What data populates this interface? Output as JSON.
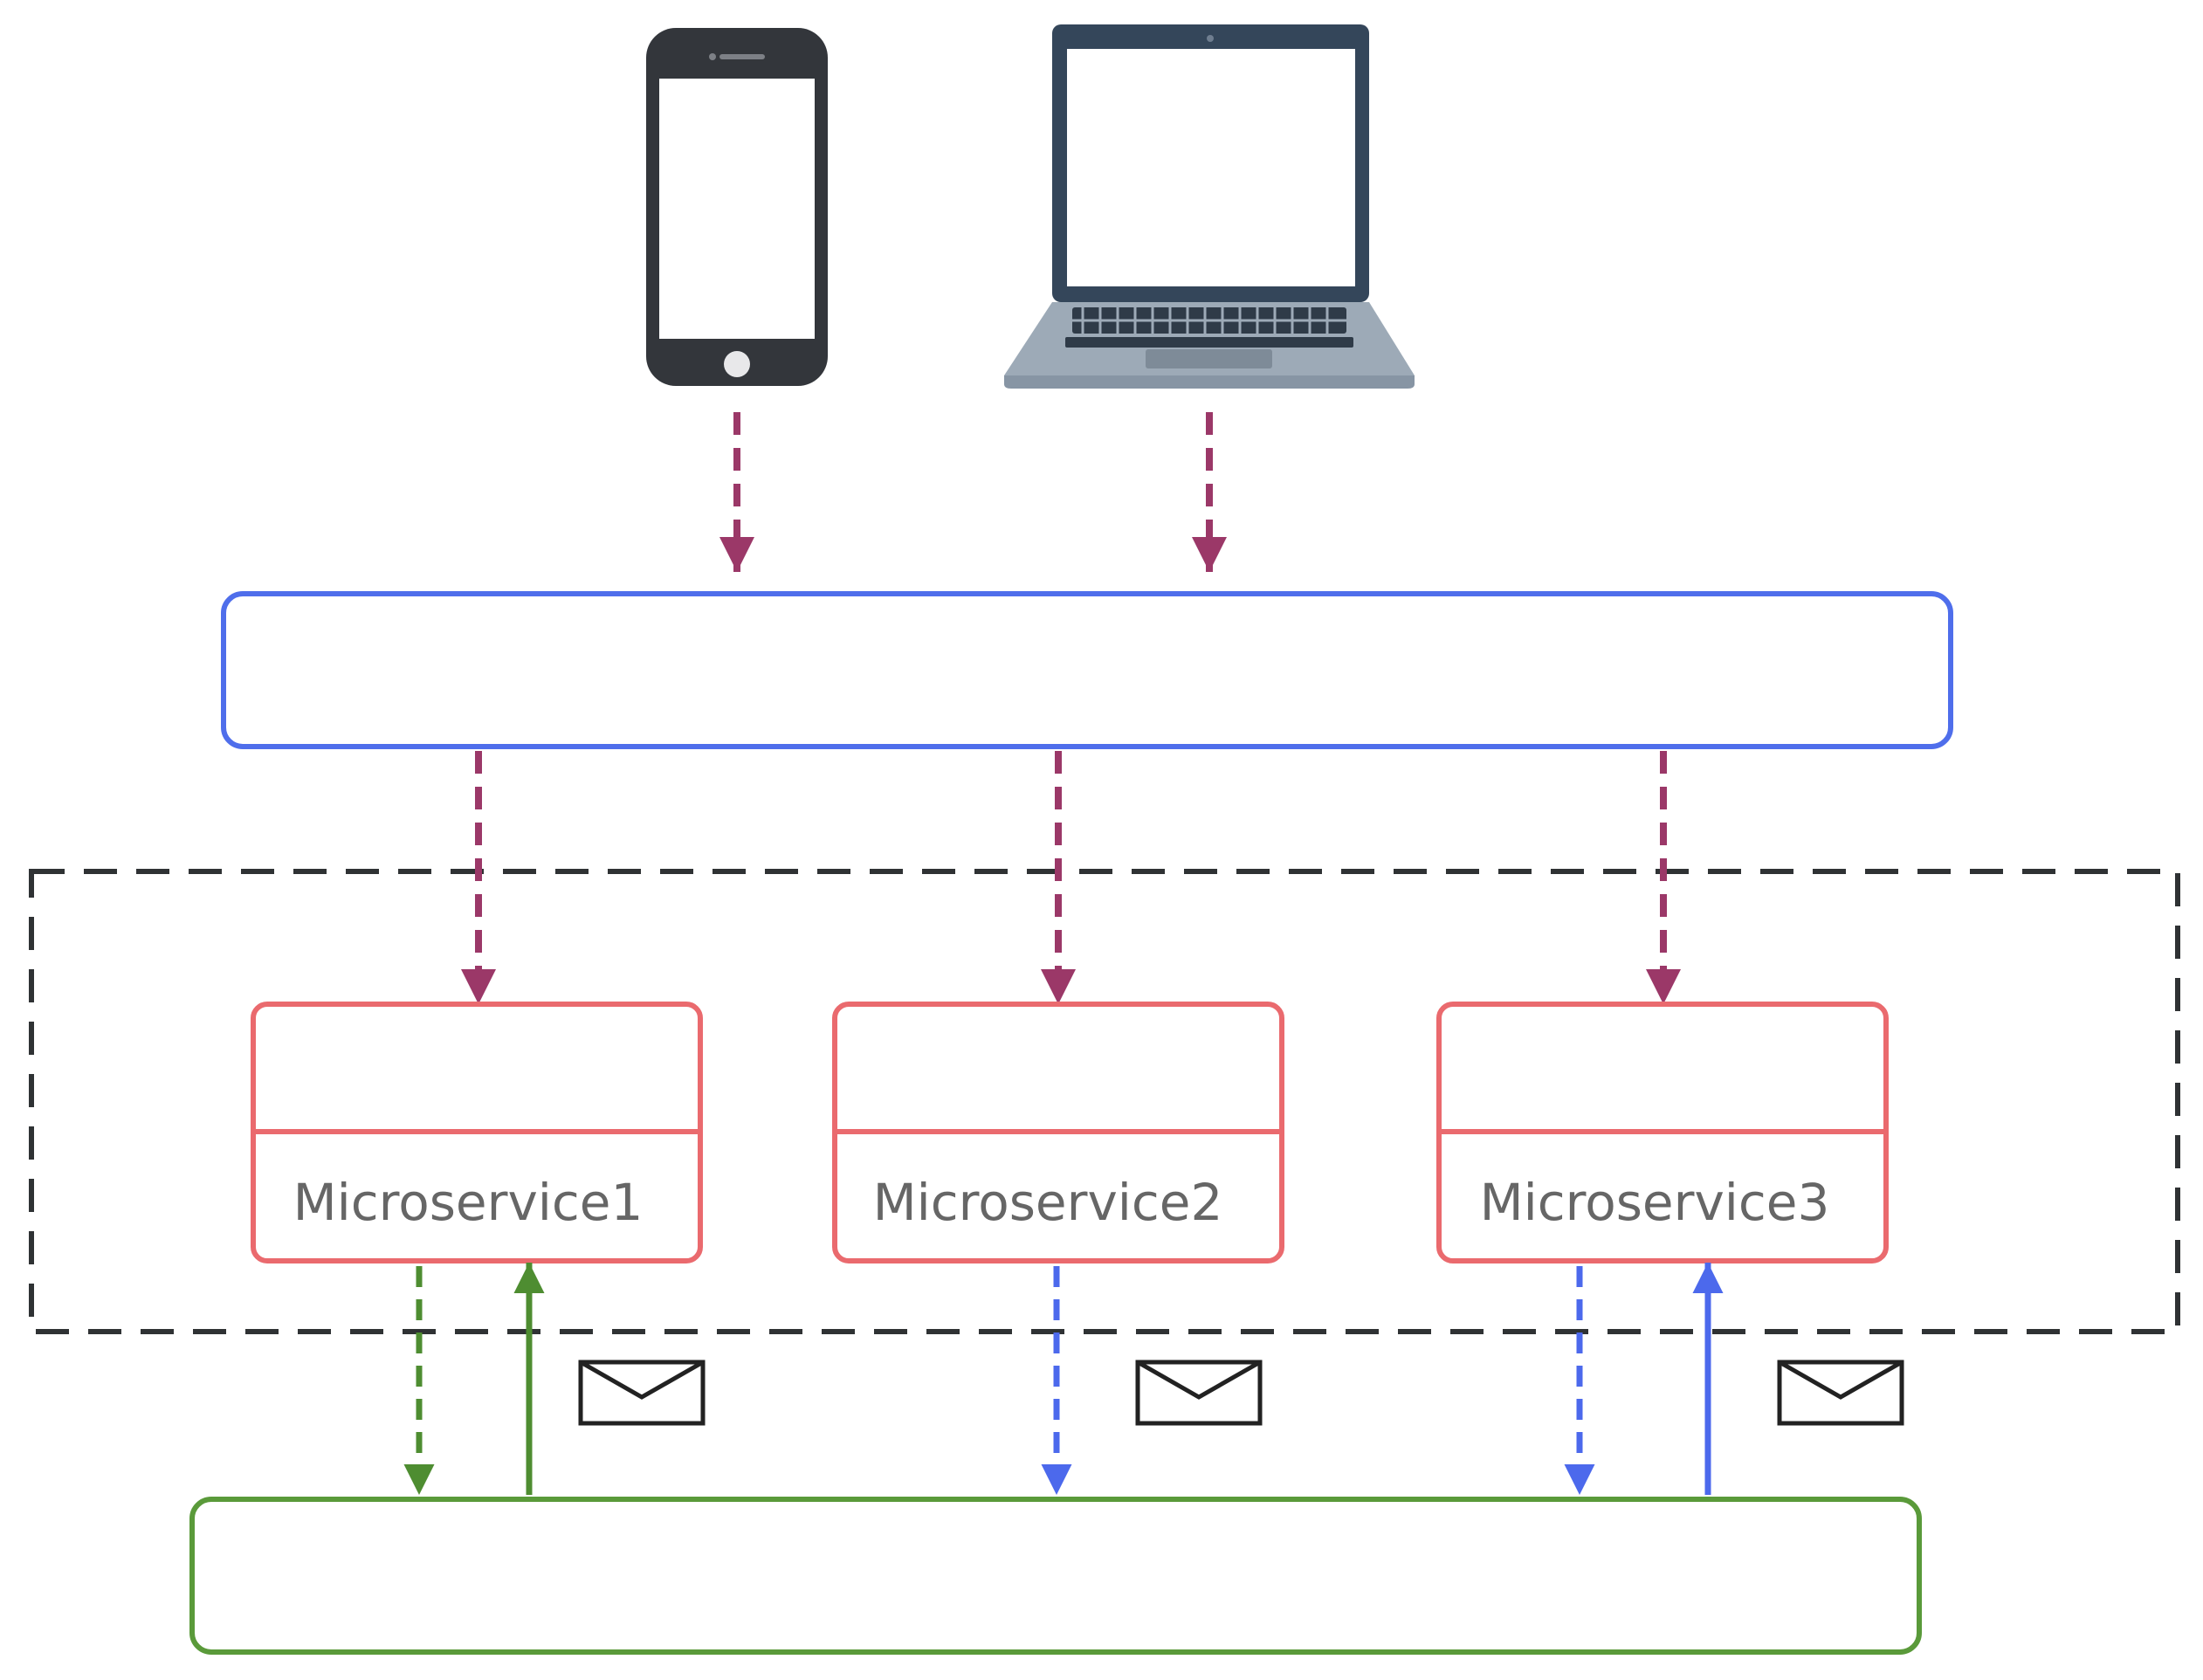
{
  "diagram": {
    "clients": [
      {
        "icon": "smartphone-icon"
      },
      {
        "icon": "laptop-icon"
      }
    ],
    "gateway_box": {
      "label": ""
    },
    "message_bus_box": {
      "label": ""
    },
    "microservices": [
      {
        "label": "Microservice1"
      },
      {
        "label": "Microservice2"
      },
      {
        "label": "Microservice3"
      }
    ],
    "message_icon": "envelope-icon",
    "colors": {
      "request_arrows": "#9B3868",
      "gateway_border": "#4F6EEB",
      "microservice_border": "#EA6A6E",
      "group_border": "#2F3234",
      "bus_border": "#5A9A3A",
      "green_flow": "#4E8D31",
      "blue_flow": "#4C69EC"
    }
  }
}
